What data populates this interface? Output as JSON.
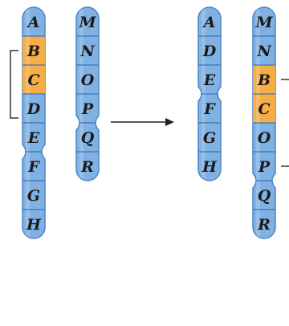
{
  "colors": {
    "chromosome_fill": "#7fb1e3",
    "chromosome_edge": "#4f86c3",
    "highlight_fill": "#f4ae45",
    "highlight_edge": "#d98e2a",
    "band_line": "#3f73b3",
    "label": "#1b1b1b",
    "arrow": "#222222"
  },
  "arrow_icon": "arrow-right-icon",
  "before": {
    "chromosome_1": [
      "A",
      "B",
      "C",
      "D",
      "E",
      "F",
      "G",
      "H"
    ],
    "chromosome_2": [
      "M",
      "N",
      "O",
      "P",
      "Q",
      "R"
    ],
    "highlighted": [
      "B",
      "C"
    ]
  },
  "after": {
    "chromosome_1": [
      "A",
      "D",
      "E",
      "F",
      "G",
      "H"
    ],
    "chromosome_2": [
      "M",
      "N",
      "B",
      "C",
      "O",
      "P",
      "Q",
      "R"
    ],
    "highlighted": [
      "B",
      "C"
    ]
  }
}
